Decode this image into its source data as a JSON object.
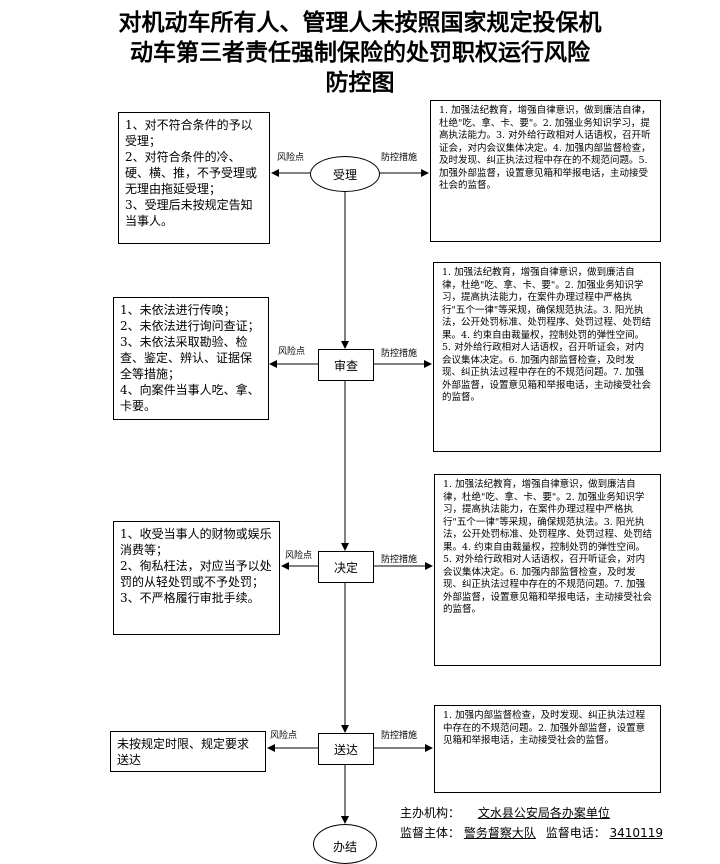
{
  "title": {
    "line1": "对机动车所有人、管理人未按照国家规定投保机",
    "line2": "动车第三者责任强制保险的处罚职权运行风险",
    "line3": "防控图"
  },
  "labels": {
    "risk": "风险点",
    "measure": "防控措施"
  },
  "steps": {
    "accept": "受理",
    "review": "审查",
    "decide": "决定",
    "deliver": "送达",
    "close": "办结"
  },
  "risks": {
    "accept": "1、对不符合条件的予以受理；\n2、对符合条件的冷、硬、横、推，不予受理或无理由拖延受理；\n3、受理后未按规定告知当事人。",
    "review": "1、未依法进行传唤；\n2、未依法进行询问查证；\n3、未依法采取勘验、检查、鉴定、辨认、证据保全等措施；\n4、向案件当事人吃、拿、卡要。",
    "decide": "1、收受当事人的财物或娱乐消费等；\n2、徇私枉法，对应当予以处罚的从轻处罚或不予处罚；\n3、不严格履行审批手续。",
    "deliver": "未按规定时限、规定要求送达"
  },
  "measures": {
    "accept": "1. 加强法纪教育，增强自律意识，做到廉洁自律，杜绝\"吃、拿、卡、要\"。2. 加强业务知识学习，提高执法能力。3. 对外给行政相对人话语权，召开听证会，对内会议集体决定。4. 加强内部监督检查，及时发现、纠正执法过程中存在的不规范问题。5. 加强外部监督，设置意见箱和举报电话，主动接受社会的监督。",
    "review": "1. 加强法纪教育，增强自律意识，做到廉洁自律，杜绝\"吃、拿、卡、要\"。2. 加强业务知识学习，提高执法能力，在案件办理过程中严格执行\"五个一律\"等采规，确保规范执法。3. 阳光执法，公开处罚标准、处罚程序、处罚过程、处罚结果。4. 约束自由裁量权，控制处罚的弹性空间。5. 对外给行政相对人话语权，召开听证会，对内会议集体决定。6. 加强内部监督检查，及时发现、纠正执法过程中存在的不规范问题。7. 加强外部监督，设置意见箱和举报电话，主动接受社会的监督。",
    "decide": "1. 加强法纪教育，增强自律意识，做到廉洁自律，杜绝\"吃、拿、卡、要\"。2. 加强业务知识学习，提高执法能力，在案件办理过程中严格执行\"五个一律\"等采规，确保规范执法。3. 阳光执法，公开处罚标准、处罚程序、处罚过程、处罚结果。4. 约束自由裁量权，控制处罚的弹性空间。5. 对外给行政相对人话语权，召开听证会，对内会议集体决定。6. 加强内部监督检查，及时发现、纠正执法过程中存在的不规范问题。7. 加强外部监督，设置意见箱和举报电话，主动接受社会的监督。",
    "deliver": "1. 加强内部监督检查，及时发现、纠正执法过程中存在的不规范问题。2. 加强外部监督，设置意见箱和举报电话，主动接受社会的监督。"
  },
  "footer": {
    "host_label": "主办机构：",
    "host_value": "文水县公安局各办案单位",
    "supervisor_label": "监督主体：",
    "supervisor_value": "警务督察大队",
    "phone_label": "监督电话：",
    "phone_value": "3410119"
  }
}
